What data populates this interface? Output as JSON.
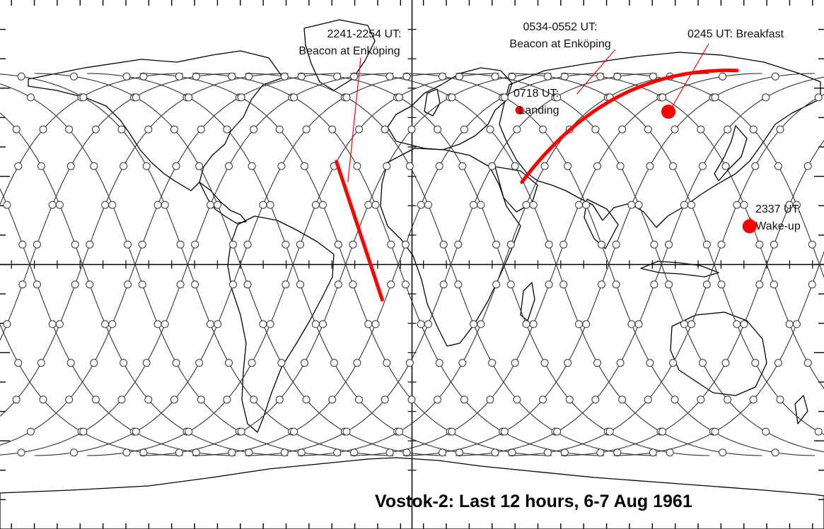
{
  "map": {
    "title": "Vostok-2: Last 12 hours, 6-7 Aug 1961",
    "projection": "equirectangular world map, longitude -180 to 180, latitude -90 to 90",
    "colors": {
      "background": "#ffffff",
      "coastline": "#000000",
      "ground_track": "#333333",
      "highlight": "#ff0000"
    },
    "annotations": [
      {
        "id": "beacon-1",
        "line1": "2241-2254 UT:",
        "line2": "Beacon at Enköping"
      },
      {
        "id": "beacon-2",
        "line1": "0534-0552 UT:",
        "line2": "Beacon at Enköping"
      },
      {
        "id": "landing",
        "line1": "0718 UT:",
        "line2": "Landing"
      },
      {
        "id": "breakfast",
        "line1": "0245 UT: Breakfast",
        "line2": ""
      },
      {
        "id": "wakeup",
        "line1": "2337 UT:",
        "line2": "Wake-up"
      }
    ],
    "events": [
      {
        "id": "landing",
        "lat": 52.5,
        "lon": 47.0
      },
      {
        "id": "breakfast",
        "lat": 52.0,
        "lon": 112.0
      },
      {
        "id": "wakeup",
        "lat": 13.0,
        "lon": 147.5
      }
    ],
    "highlighted_tracks": [
      {
        "id": "beacon-1",
        "from": {
          "lat": 35.0,
          "lon": -33.0
        },
        "to": {
          "lat": -12.0,
          "lon": -13.0
        }
      },
      {
        "id": "beacon-2",
        "from": {
          "lat": 28.0,
          "lon": 48.0
        },
        "to": {
          "lat": 66.0,
          "lon": 142.0
        }
      }
    ]
  }
}
